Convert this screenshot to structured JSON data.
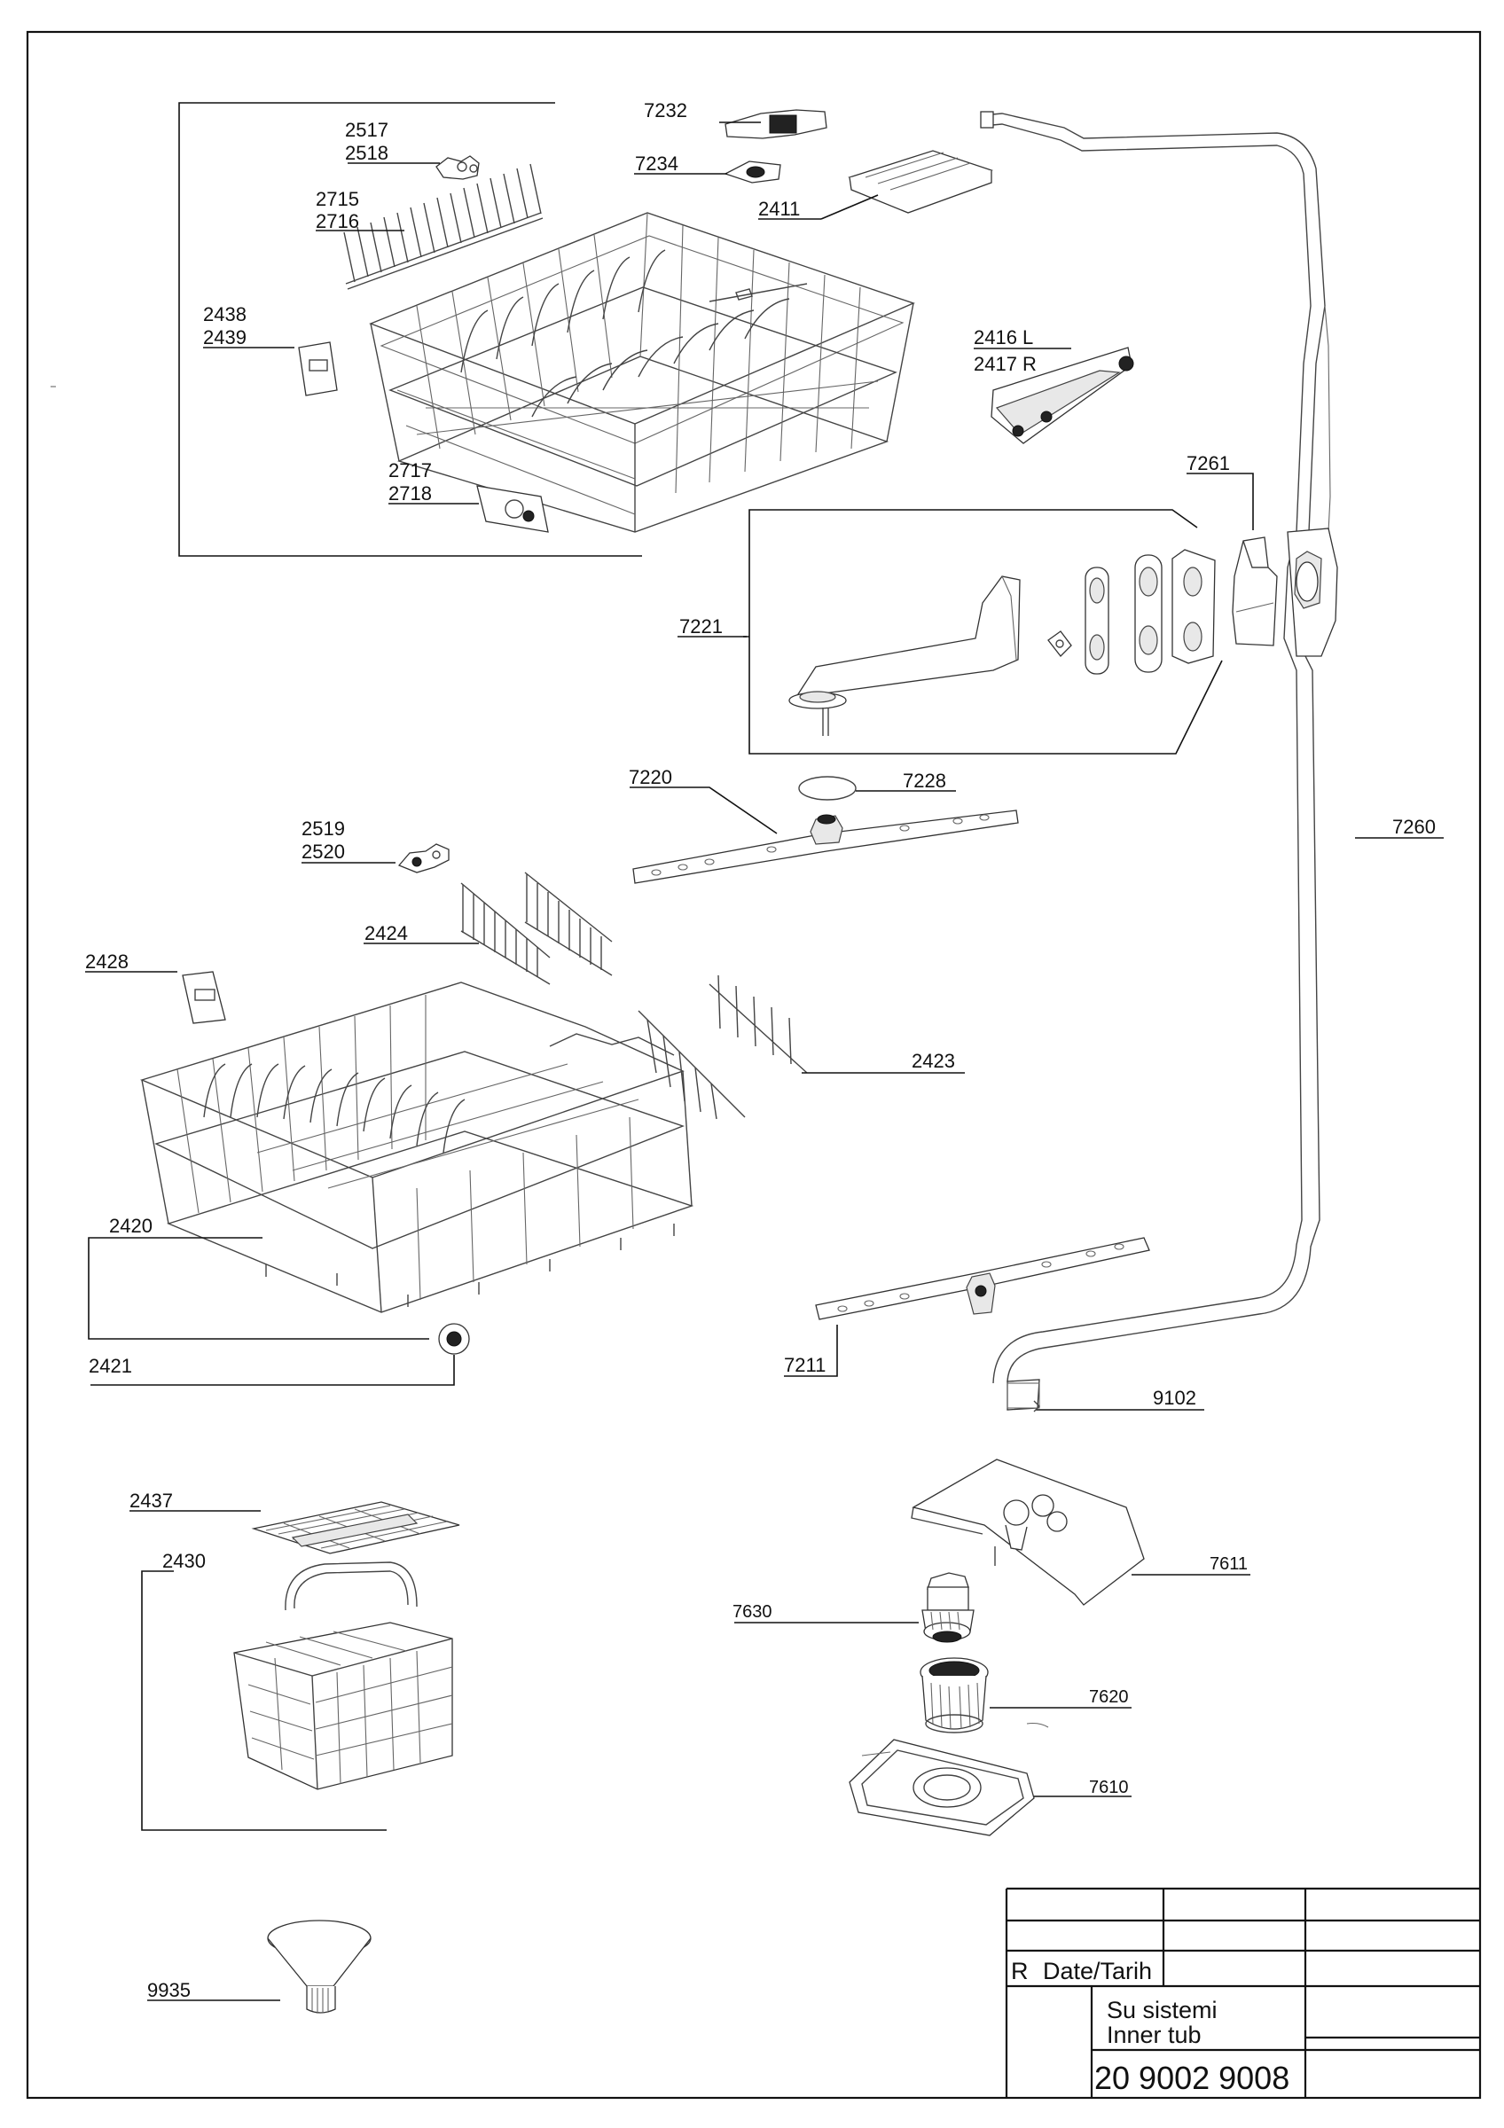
{
  "diagram": {
    "callouts": {
      "c7232": "7232",
      "c7234": "7234",
      "c2411": "2411",
      "c2517": "2517",
      "c2518": "2518",
      "c2715": "2715",
      "c2716": "2716",
      "c2438": "2438",
      "c2439": "2439",
      "c2416": "2416 L",
      "c2417": "2417 R",
      "c2717": "2717",
      "c2718": "2718",
      "c7261": "7261",
      "c7221": "7221",
      "c7220": "7220",
      "c7228": "7228",
      "c7260": "7260",
      "c2519": "2519",
      "c2520": "2520",
      "c2424": "2424",
      "c2428": "2428",
      "c2423": "2423",
      "c2420": "2420",
      "c2421": "2421",
      "c7211": "7211",
      "c9102": "9102",
      "c2437": "2437",
      "c2430": "2430",
      "c7611": "7611",
      "c7630": "7630",
      "c7620": "7620",
      "c7610": "7610",
      "c9935": "9935"
    }
  },
  "title_block": {
    "revision_label": "R",
    "date_label": "Date/Tarih",
    "title_tr": "Su sistemi",
    "title_en": "Inner tub",
    "drawing_number": "20 9002 9008"
  }
}
